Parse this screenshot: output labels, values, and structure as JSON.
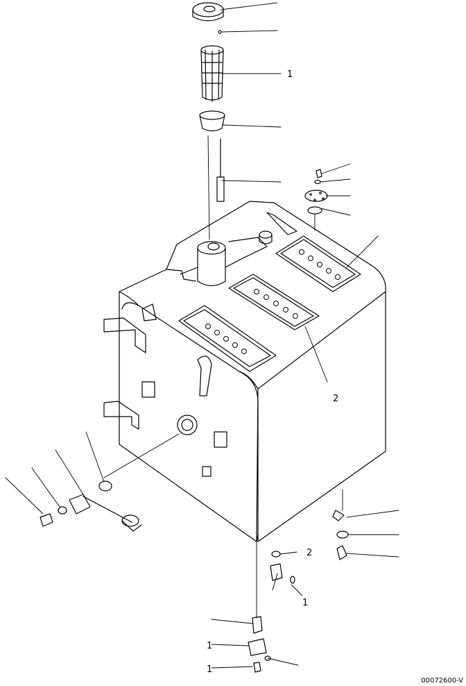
{
  "drawing_id": "00072600-V",
  "callout_numbers": [
    {
      "id": "c-strainer",
      "text": "1"
    },
    {
      "id": "c-cover",
      "text": "2"
    },
    {
      "id": "c-oring",
      "text": "2"
    },
    {
      "id": "c-fitting",
      "text": "1"
    },
    {
      "id": "c-elbow",
      "text": "1"
    },
    {
      "id": "c-plug",
      "text": "1"
    }
  ]
}
